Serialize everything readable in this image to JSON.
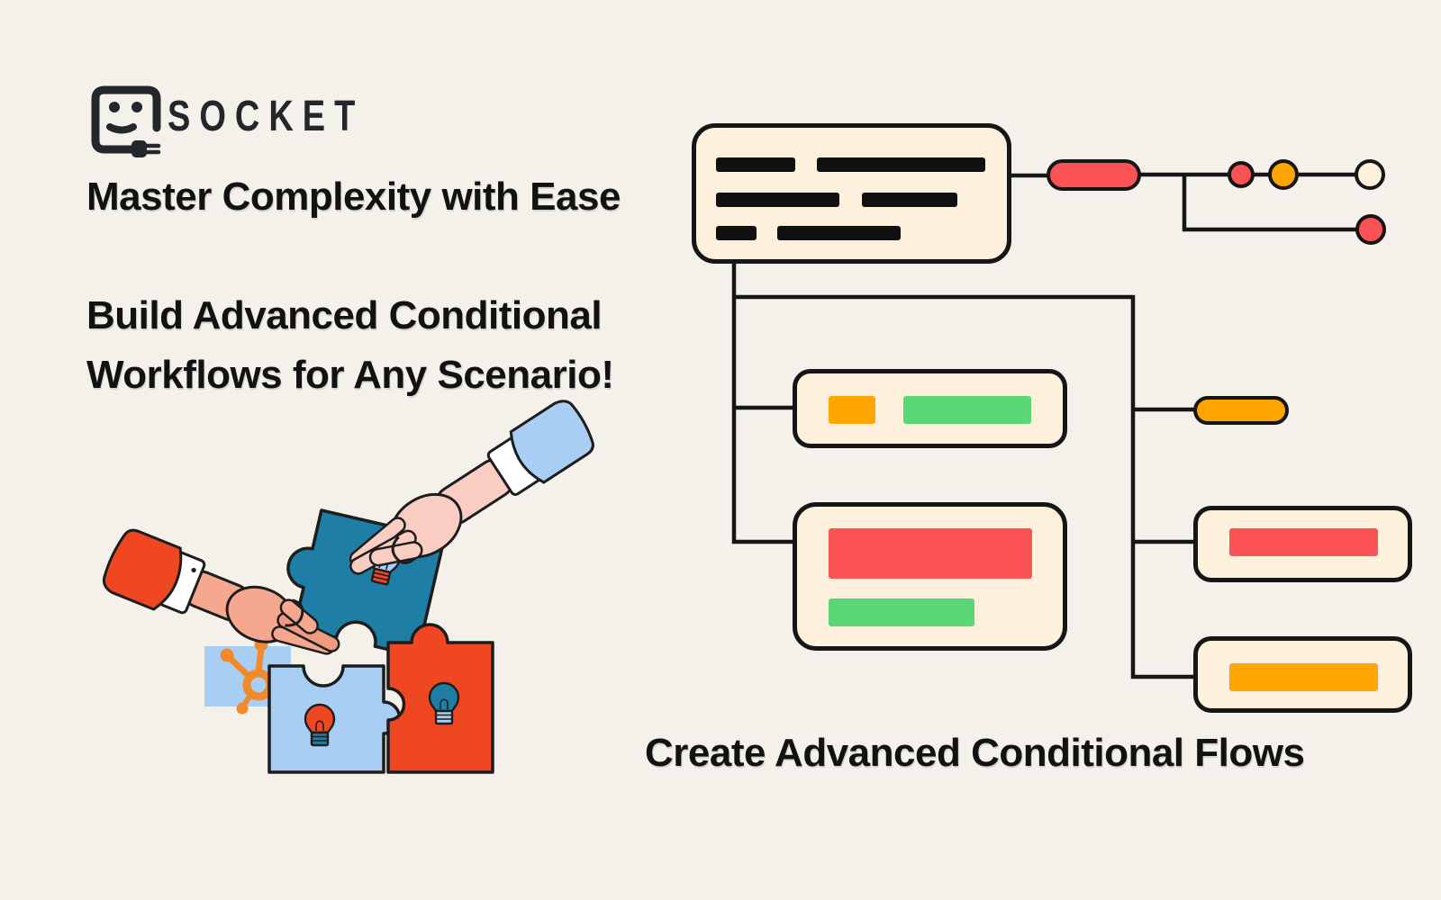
{
  "logo": {
    "brand": "SOCKET",
    "icon": "socket-face-plug"
  },
  "headings": {
    "tagline": "Master Complexity with Ease",
    "subtitle_line1": "Build Advanced Conditional",
    "subtitle_line2": "Workflows for Any Scenario!",
    "caption": "Create Advanced Conditional Flows"
  },
  "colors": {
    "bg": "#F4F1EA",
    "panel": "#FDF1DE",
    "ink": "#161616",
    "red": "#FB5355",
    "orange": "#FFA502",
    "green": "#5BD778",
    "teal": "#1E7EA5",
    "lblue": "#A9CEF4",
    "rorange": "#F04723",
    "hubspot": "#F18A2A",
    "skin_light": "#FACDC2",
    "skin_dark": "#F5A78F",
    "skin_dark2": "#F09B80",
    "logo": "#23262B",
    "white": "#FFFFFF"
  },
  "diagram": {
    "description": "conditional workflow tree, no visible text",
    "nodes": [
      {
        "id": "root-card",
        "type": "card",
        "bars": [
          "ink",
          "ink",
          "ink",
          "ink",
          "ink",
          "ink"
        ]
      },
      {
        "id": "red-pill",
        "type": "pill",
        "color": "red"
      },
      {
        "id": "node-red-dot",
        "type": "dot",
        "color": "red"
      },
      {
        "id": "node-orange-dot",
        "type": "dot",
        "color": "orange"
      },
      {
        "id": "node-cream-dot",
        "type": "dot",
        "color": "cream"
      },
      {
        "id": "node-red-dot-2",
        "type": "dot",
        "color": "red"
      },
      {
        "id": "card-orange-green",
        "type": "card",
        "bars": [
          "orange",
          "green"
        ]
      },
      {
        "id": "card-red-green",
        "type": "card",
        "bars": [
          "red",
          "green"
        ]
      },
      {
        "id": "orange-pill",
        "type": "pill",
        "color": "orange"
      },
      {
        "id": "card-red",
        "type": "card",
        "bars": [
          "red"
        ]
      },
      {
        "id": "card-orange",
        "type": "card",
        "bars": [
          "orange"
        ]
      }
    ]
  }
}
